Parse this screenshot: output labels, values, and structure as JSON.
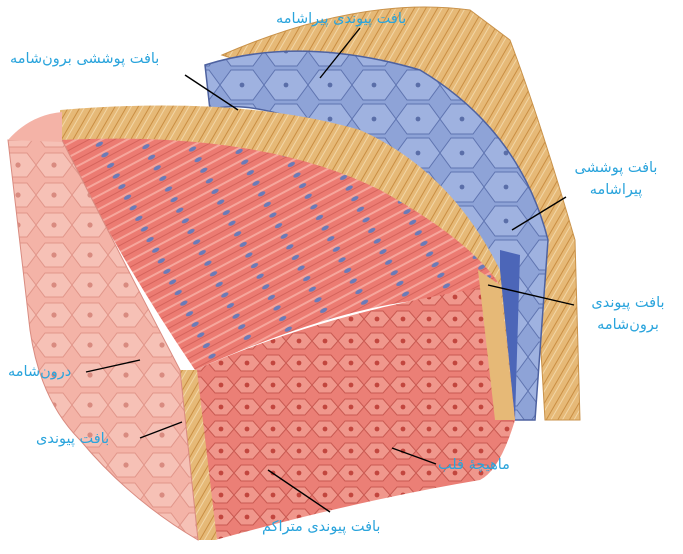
{
  "labels": {
    "pericardium_connective": "بافت پیوندی پیراشامه",
    "epicardium_epithelial": "بافت پوششی برون‌شامه",
    "pericardium_epithelial": "بافت پوششی پیراشامه",
    "epicardium_connective": "بافت پیوندی برون‌شامه",
    "endocardium": "درون‌شامه",
    "connective_tissue": "بافت پیوندی",
    "cardiac_muscle": "ماهیچهٔ قلب",
    "dense_connective": "بافت پیوندی متراکم"
  },
  "colors": {
    "label_text": "#2aa4dc",
    "muscle": "#e9766f",
    "muscle_cells": "#ee8a80",
    "endocardium": "#f4b3a7",
    "connective": "#e6b977",
    "pericardium": "#8ea3d7",
    "leader_line": "#000000"
  }
}
